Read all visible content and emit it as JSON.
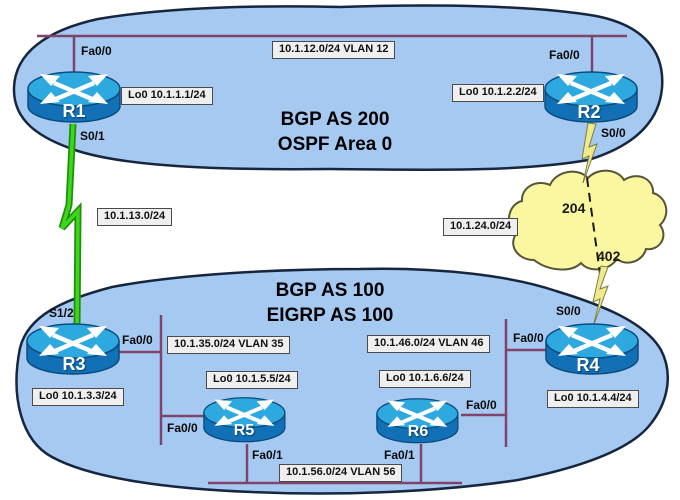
{
  "diagram": {
    "top_area": {
      "title_line1": "BGP AS 200",
      "title_line2": "OSPF Area 0"
    },
    "bottom_area": {
      "title_line1": "BGP AS 100",
      "title_line2": "EIGRP AS 100"
    },
    "routers": {
      "r1": "R1",
      "r2": "R2",
      "r3": "R3",
      "r4": "R4",
      "r5": "R5",
      "r6": "R6"
    },
    "interfaces": {
      "r1_fa0_0": "Fa0/0",
      "r1_s0_1": "S0/1",
      "r2_fa0_0": "Fa0/0",
      "r2_s0_0": "S0/0",
      "r3_s1_2": "S1/2",
      "r3_fa0_0": "Fa0/0",
      "r4_s0_0": "S0/0",
      "r4_fa0_0": "Fa0/0",
      "r5_fa0_0": "Fa0/0",
      "r5_fa0_1": "Fa0/1",
      "r6_fa0_0": "Fa0/0",
      "r6_fa0_1": "Fa0/1"
    },
    "networks": {
      "vlan12": "10.1.12.0/24 VLAN 12",
      "net13": "10.1.13.0/24",
      "net24": "10.1.24.0/24",
      "vlan35": "10.1.35.0/24 VLAN 35",
      "vlan46": "10.1.46.0/24 VLAN 46",
      "vlan56": "10.1.56.0/24 VLAN 56"
    },
    "loopbacks": {
      "r1": "Lo0 10.1.1.1/24",
      "r2": "Lo0 10.1.2.2/24",
      "r3": "Lo0 10.1.3.3/24",
      "r4": "Lo0 10.1.4.4/24",
      "r5": "Lo0 10.1.5.5/24",
      "r6": "Lo0 10.1.6.6/24"
    },
    "frame_relay": {
      "dlci_top": "204",
      "dlci_bottom": "402"
    },
    "colors": {
      "area_fill": "#a6c9f2",
      "area_border": "#16263e",
      "ethernet_link": "#7e4469",
      "serial_link_green": "#3ed61c",
      "cloud_fill": "#faf7a0",
      "bolt_fill": "#efe98c",
      "router_top": "#2ea9e0",
      "router_body": "#1170b6",
      "label_box_bg": "#efefef"
    }
  }
}
